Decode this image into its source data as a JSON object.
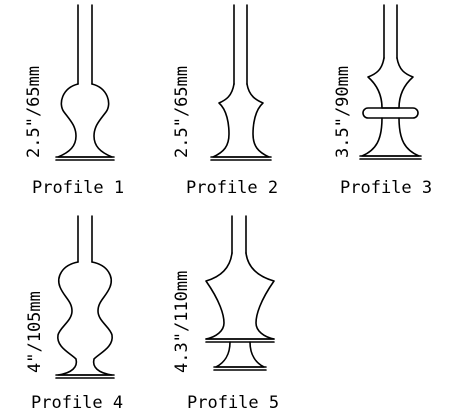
{
  "profiles": [
    {
      "name": "Profile 1",
      "size": "2.5\"/65mm"
    },
    {
      "name": "Profile 2",
      "size": "2.5\"/65mm"
    },
    {
      "name": "Profile 3",
      "size": "3.5\"/90mm"
    },
    {
      "name": "Profile 4",
      "size": "4\"/105mm"
    },
    {
      "name": "Profile 5",
      "size": "4.3\"/110mm"
    }
  ],
  "stroke_color": "#000000",
  "background_color": "#ffffff"
}
